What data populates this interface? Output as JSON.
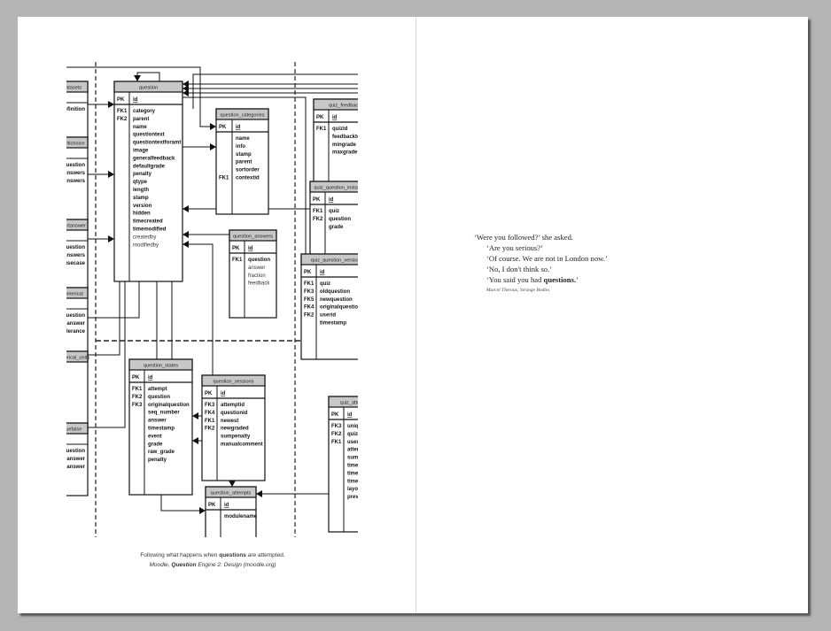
{
  "left_page": {
    "diagram": {
      "tables": [
        {
          "name": "question",
          "pk": "id",
          "fields": [
            {
              "key": "FK1",
              "name": "category",
              "bold": true
            },
            {
              "key": "FK2",
              "name": "parent",
              "bold": true
            },
            {
              "key": "",
              "name": "name",
              "bold": true
            },
            {
              "key": "",
              "name": "questiontext",
              "bold": true
            },
            {
              "key": "",
              "name": "questiontextforamt",
              "bold": true
            },
            {
              "key": "",
              "name": "image",
              "bold": true
            },
            {
              "key": "",
              "name": "generalfeedback",
              "bold": true
            },
            {
              "key": "",
              "name": "defaultgrade",
              "bold": true
            },
            {
              "key": "",
              "name": "penalty",
              "bold": true
            },
            {
              "key": "",
              "name": "qtype",
              "bold": true
            },
            {
              "key": "",
              "name": "length",
              "bold": true
            },
            {
              "key": "",
              "name": "stamp",
              "bold": true
            },
            {
              "key": "",
              "name": "version",
              "bold": true
            },
            {
              "key": "",
              "name": "hidden",
              "bold": true
            },
            {
              "key": "",
              "name": "timecreated",
              "bold": true
            },
            {
              "key": "",
              "name": "timemodified",
              "bold": true
            },
            {
              "key": "",
              "name": "createdby",
              "bold": false
            },
            {
              "key": "",
              "name": "modifiedby",
              "bold": false
            }
          ]
        },
        {
          "name": "question_categories",
          "pk": "id",
          "fields": [
            {
              "key": "",
              "name": "name",
              "bold": true
            },
            {
              "key": "",
              "name": "info",
              "bold": true
            },
            {
              "key": "",
              "name": "stamp",
              "bold": true
            },
            {
              "key": "",
              "name": "parent",
              "bold": true
            },
            {
              "key": "",
              "name": "sortorder",
              "bold": true
            },
            {
              "key": "FK1",
              "name": "contextid",
              "bold": true
            }
          ]
        },
        {
          "name": "question_answers",
          "pk": "id",
          "fields": [
            {
              "key": "FK1",
              "name": "question",
              "bold": true
            },
            {
              "key": "",
              "name": "answer",
              "bold": false
            },
            {
              "key": "",
              "name": "fraction",
              "bold": false
            },
            {
              "key": "",
              "name": "feedback",
              "bold": false
            }
          ]
        },
        {
          "name": "quiz_feedback",
          "pk": "id",
          "fields": [
            {
              "key": "FK1",
              "name": "quizid",
              "bold": true
            },
            {
              "key": "",
              "name": "feedbacktext",
              "bold": true
            },
            {
              "key": "",
              "name": "mingrade",
              "bold": true
            },
            {
              "key": "",
              "name": "maxgrade",
              "bold": true
            }
          ]
        },
        {
          "name": "quiz_question_instances",
          "pk": "id",
          "fields": [
            {
              "key": "FK1",
              "name": "quiz",
              "bold": true
            },
            {
              "key": "FK2",
              "name": "question",
              "bold": true
            },
            {
              "key": "",
              "name": "grade",
              "bold": true
            }
          ]
        },
        {
          "name": "quiz_question_versions",
          "pk": "id",
          "fields": [
            {
              "key": "FK1",
              "name": "quiz",
              "bold": true
            },
            {
              "key": "FK3",
              "name": "oldquestion",
              "bold": true
            },
            {
              "key": "FK5",
              "name": "newquestion",
              "bold": true
            },
            {
              "key": "FK4",
              "name": "originalquestion",
              "bold": true
            },
            {
              "key": "FK2",
              "name": "userid",
              "bold": true
            },
            {
              "key": "",
              "name": "timestamp",
              "bold": true
            }
          ]
        },
        {
          "name": "question_states",
          "pk": "id",
          "fields": [
            {
              "key": "FK1",
              "name": "attempt",
              "bold": true
            },
            {
              "key": "FK2",
              "name": "question",
              "bold": true
            },
            {
              "key": "FK3",
              "name": "originalquestion",
              "bold": true
            },
            {
              "key": "",
              "name": "seq_number",
              "bold": true
            },
            {
              "key": "",
              "name": "answer",
              "bold": true
            },
            {
              "key": "",
              "name": "timestamp",
              "bold": true
            },
            {
              "key": "",
              "name": "event",
              "bold": true
            },
            {
              "key": "",
              "name": "grade",
              "bold": true
            },
            {
              "key": "",
              "name": "raw_grade",
              "bold": true
            },
            {
              "key": "",
              "name": "penalty",
              "bold": true
            }
          ]
        },
        {
          "name": "question_sessions",
          "pk": "id",
          "fields": [
            {
              "key": "FK3",
              "name": "attemptid",
              "bold": true
            },
            {
              "key": "FK4",
              "name": "questionid",
              "bold": true
            },
            {
              "key": "FK1",
              "name": "newest",
              "bold": true
            },
            {
              "key": "FK2",
              "name": "newgraded",
              "bold": true
            },
            {
              "key": "",
              "name": "sumpenalty",
              "bold": true
            },
            {
              "key": "",
              "name": "manualcomment",
              "bold": true
            }
          ]
        },
        {
          "name": "question_attempts",
          "pk": "id",
          "fields": [
            {
              "key": "",
              "name": "modulename",
              "bold": true
            }
          ]
        },
        {
          "name": "quiz_attempts",
          "pk": "id",
          "fields": [
            {
              "key": "FK3",
              "name": "uniqueid",
              "bold": true
            },
            {
              "key": "FK2",
              "name": "quiz",
              "bold": true
            },
            {
              "key": "FK1",
              "name": "userid",
              "bold": true
            },
            {
              "key": "",
              "name": "attempt",
              "bold": true
            },
            {
              "key": "",
              "name": "sumgrades",
              "bold": true
            },
            {
              "key": "",
              "name": "timestart",
              "bold": true
            },
            {
              "key": "",
              "name": "timefinish",
              "bold": true
            },
            {
              "key": "",
              "name": "timemodified",
              "bold": true
            },
            {
              "key": "",
              "name": "layout",
              "bold": true
            },
            {
              "key": "",
              "name": "preview",
              "bold": true
            }
          ]
        },
        {
          "name": "question_datasets",
          "pk": "",
          "fields": [
            {
              "key": "",
              "name": "definition",
              "bold": true
            }
          ]
        },
        {
          "name": "question_multichoice",
          "pk": "",
          "fields": [
            {
              "key": "",
              "name": "question",
              "bold": true
            },
            {
              "key": "",
              "name": "answers",
              "bold": true
            },
            {
              "key": "",
              "name": "answers",
              "bold": true
            }
          ]
        },
        {
          "name": "question_shortanswer",
          "pk": "",
          "fields": [
            {
              "key": "",
              "name": "question",
              "bold": true
            },
            {
              "key": "",
              "name": "answers",
              "bold": true
            },
            {
              "key": "",
              "name": "usecase",
              "bold": true
            }
          ]
        },
        {
          "name": "question_numerical",
          "pk": "",
          "fields": [
            {
              "key": "",
              "name": "question",
              "bold": true
            },
            {
              "key": "",
              "name": "answer",
              "bold": true
            },
            {
              "key": "",
              "name": "tolerance",
              "bold": true
            }
          ]
        },
        {
          "name": "question_numerical_units",
          "pk": "",
          "fields": []
        },
        {
          "name": "question_truefalse",
          "pk": "",
          "fields": [
            {
              "key": "",
              "name": "question",
              "bold": true
            },
            {
              "key": "",
              "name": "trueanswer",
              "bold": true
            },
            {
              "key": "",
              "name": "falseanswer",
              "bold": true
            }
          ]
        }
      ]
    },
    "caption": {
      "line1_pre": "Following what happens when ",
      "line1_bold": "questions",
      "line1_post": " are attempted.",
      "line2_pre": "Moodle, ",
      "line2_bold": "Question",
      "line2_post": " Engine 2: Design (moodle.org)"
    }
  },
  "right_page": {
    "quote": {
      "lines": [
        "‘Were you followed?’ she asked.",
        "‘Are you serious?’",
        "‘Of course. We are not in London now.’",
        "‘No, I don't think so.’"
      ],
      "last_pre": "‘You said you had ",
      "last_bold": "questions.",
      "last_post": "’",
      "attribution": "Marcel Theroux, Strange Bodies"
    }
  }
}
